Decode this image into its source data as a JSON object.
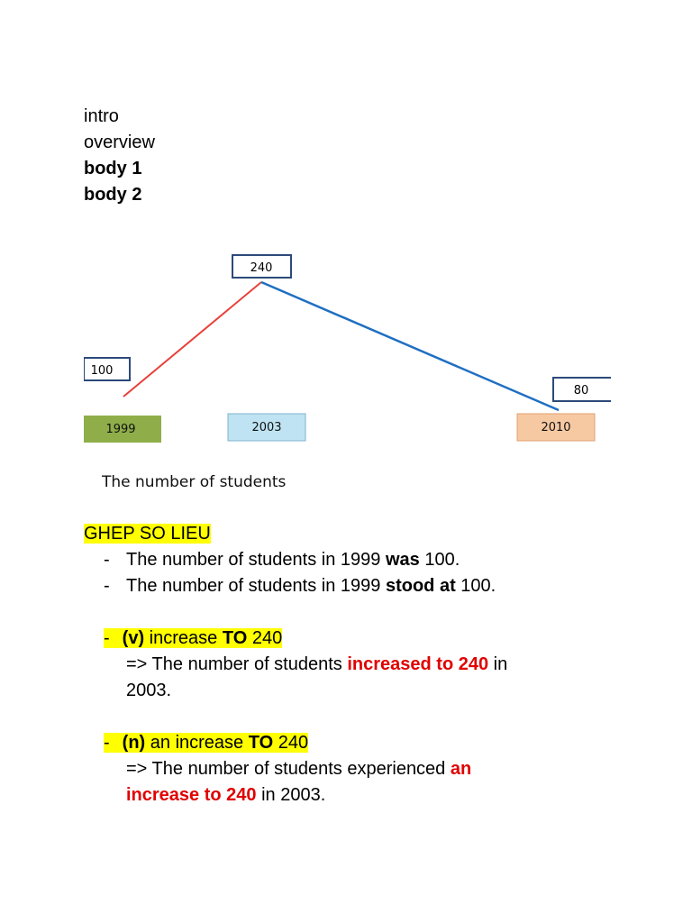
{
  "outline": {
    "intro": "intro",
    "overview": "overview",
    "body1": "body 1",
    "body2": "body 2"
  },
  "diagram": {
    "labels": {
      "v1999": "100",
      "v2003": "240",
      "v2010": "80"
    },
    "years": {
      "y1999": "1999",
      "y2003": "2003",
      "y2010": "2010"
    },
    "caption": "The number of students",
    "colors": {
      "rise": "#e8403a",
      "fall": "#1f6fc2",
      "y1999": "#8fae4a",
      "y2003": "#bfe3f2",
      "y2010": "#f7c9a3"
    }
  },
  "section": {
    "heading": "GHEP SO LIEU",
    "bullet": "-",
    "s1": {
      "a": "The number of students in 1999 ",
      "b": "was",
      "c": " 100."
    },
    "s2": {
      "a": "The number of students in 1999 ",
      "b": "stood at",
      "c": " 100."
    },
    "v": {
      "tag": "(v)",
      "a": " increase ",
      "b": "TO",
      "c": " 240",
      "ex_a": "=> The number of students ",
      "ex_red": "increased to 240",
      "ex_b": " in",
      "ex_line2": "2003."
    },
    "n": {
      "tag": "(n)",
      "a": " an increase ",
      "b": "TO",
      "c": " 240",
      "ex_a": "=> The number of students experienced ",
      "ex_red1": "an",
      "ex_red2": "increase to 240",
      "ex_b": " in 2003."
    }
  }
}
